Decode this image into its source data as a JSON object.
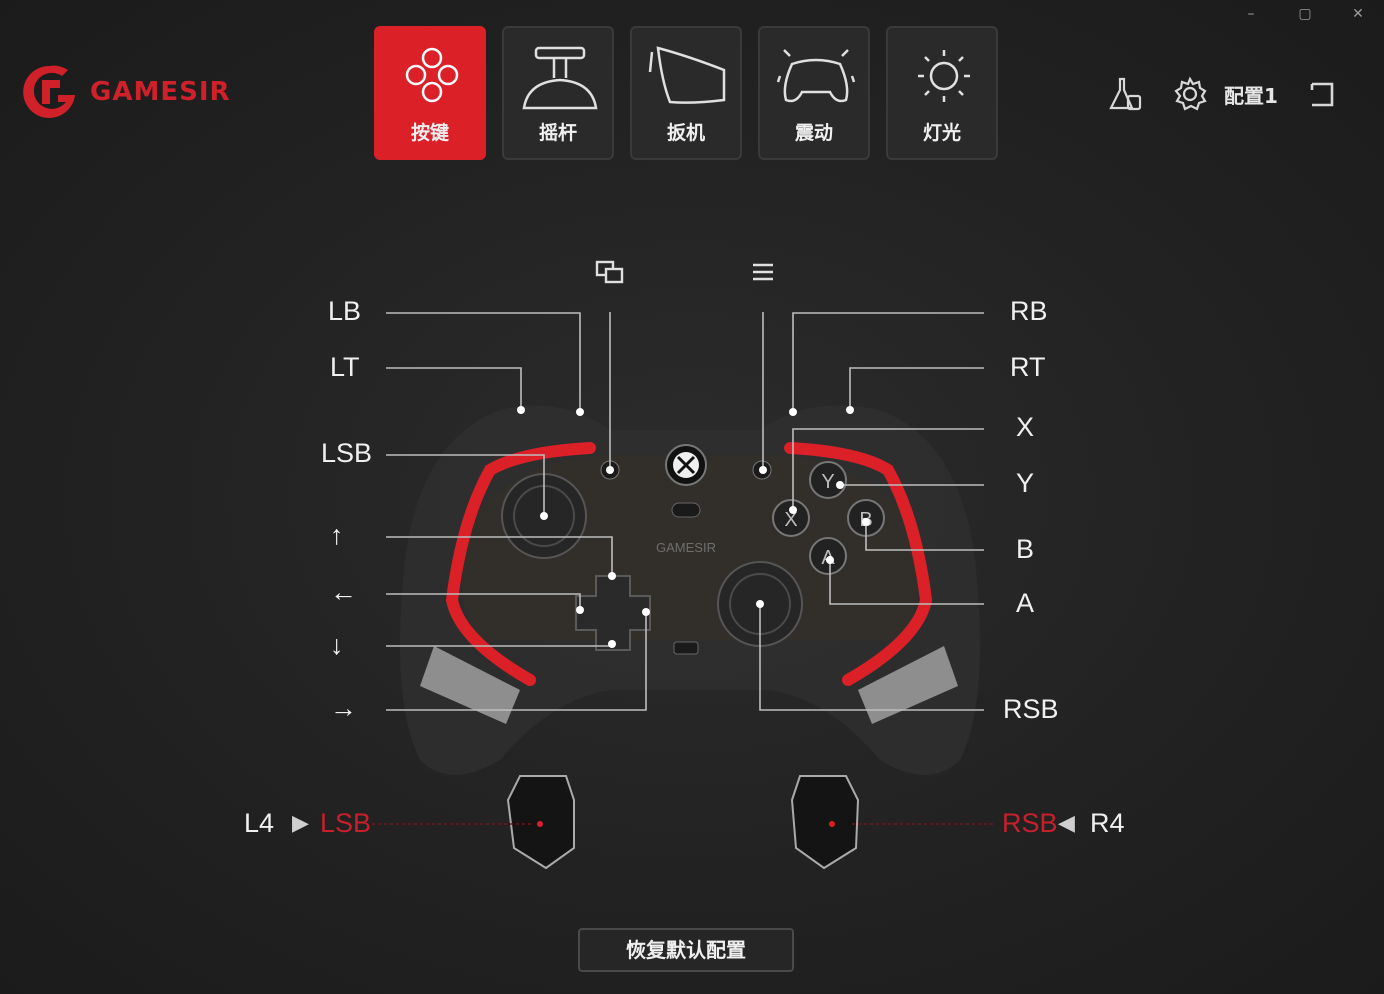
{
  "window_controls": {
    "minimize": "–",
    "maximize": "▢",
    "close": "✕"
  },
  "brand": {
    "name": "GAMESIR",
    "color": "#d0202a"
  },
  "tabs": [
    {
      "label": "按键",
      "icon": "buttons-icon",
      "active": true
    },
    {
      "label": "摇杆",
      "icon": "joystick-icon",
      "active": false
    },
    {
      "label": "扳机",
      "icon": "trigger-icon",
      "active": false
    },
    {
      "label": "震动",
      "icon": "vibration-icon",
      "active": false
    },
    {
      "label": "灯光",
      "icon": "light-icon",
      "active": false
    }
  ],
  "toolbar": {
    "test_icon": "flask-icon",
    "settings_icon": "gear-icon",
    "profile": "配置1",
    "back_icon": "return-icon"
  },
  "left_labels": {
    "lb": "LB",
    "lt": "LT",
    "lsb": "LSB",
    "up": "↑",
    "left": "←",
    "down": "↓",
    "right": "→"
  },
  "right_labels": {
    "rb": "RB",
    "rt": "RT",
    "x": "X",
    "y": "Y",
    "b": "B",
    "a": "A",
    "rsb": "RSB"
  },
  "top_labels": {
    "view_icon": "view-icon",
    "menu_icon": "menu-icon"
  },
  "back_paddles": {
    "l4": {
      "name": "L4",
      "mapped": "LSB"
    },
    "r4": {
      "name": "R4",
      "mapped": "RSB"
    }
  },
  "controller": {
    "face_buttons": [
      "Y",
      "X",
      "B",
      "A"
    ],
    "body_logo": "GAMESIR"
  },
  "reset_button": "恢复默认配置",
  "colors": {
    "accent": "#dc2028",
    "background": "#222222",
    "line": "#bdbdbd"
  }
}
